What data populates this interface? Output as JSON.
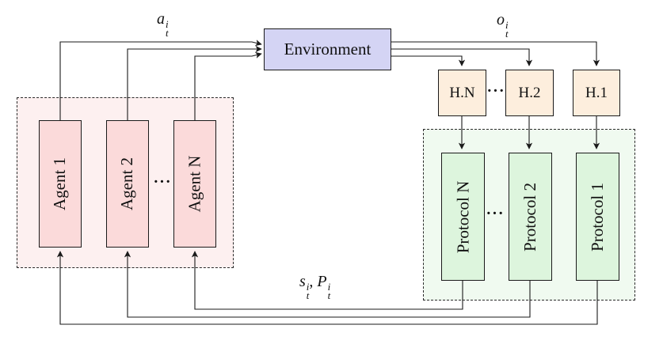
{
  "diagram": {
    "environment": {
      "label": "Environment",
      "fill": "#d4d4f4"
    },
    "agents": {
      "container_fill": "#fdf0f0",
      "box_fill": "#fbdada",
      "ellipsis": "···",
      "items": [
        {
          "label": "Agent 1"
        },
        {
          "label": "Agent 2"
        },
        {
          "label": "Agent N"
        }
      ]
    },
    "handlers": {
      "box_fill": "#fdeedd",
      "ellipsis": "···",
      "items": [
        {
          "label": "H.N"
        },
        {
          "label": "H.2"
        },
        {
          "label": "H.1"
        }
      ]
    },
    "protocols": {
      "container_fill": "#f0faf0",
      "box_fill": "#ddf5dd",
      "ellipsis": "···",
      "items": [
        {
          "label": "Protocol N"
        },
        {
          "label": "Protocol 2"
        },
        {
          "label": "Protocol 1"
        }
      ]
    },
    "labels": {
      "action": {
        "base": "a",
        "sup": "i",
        "sub": "t"
      },
      "observation": {
        "base": "o",
        "sup": "i",
        "sub": "t"
      },
      "state": {
        "base": "s",
        "sup": "i",
        "sub": "t"
      },
      "comma": ",",
      "protocol_msg": {
        "base": "P",
        "sup": "i",
        "sub": "t"
      }
    },
    "colors": {
      "line": "#1a1a1a",
      "dashed_border": "#2a2a2a"
    }
  }
}
